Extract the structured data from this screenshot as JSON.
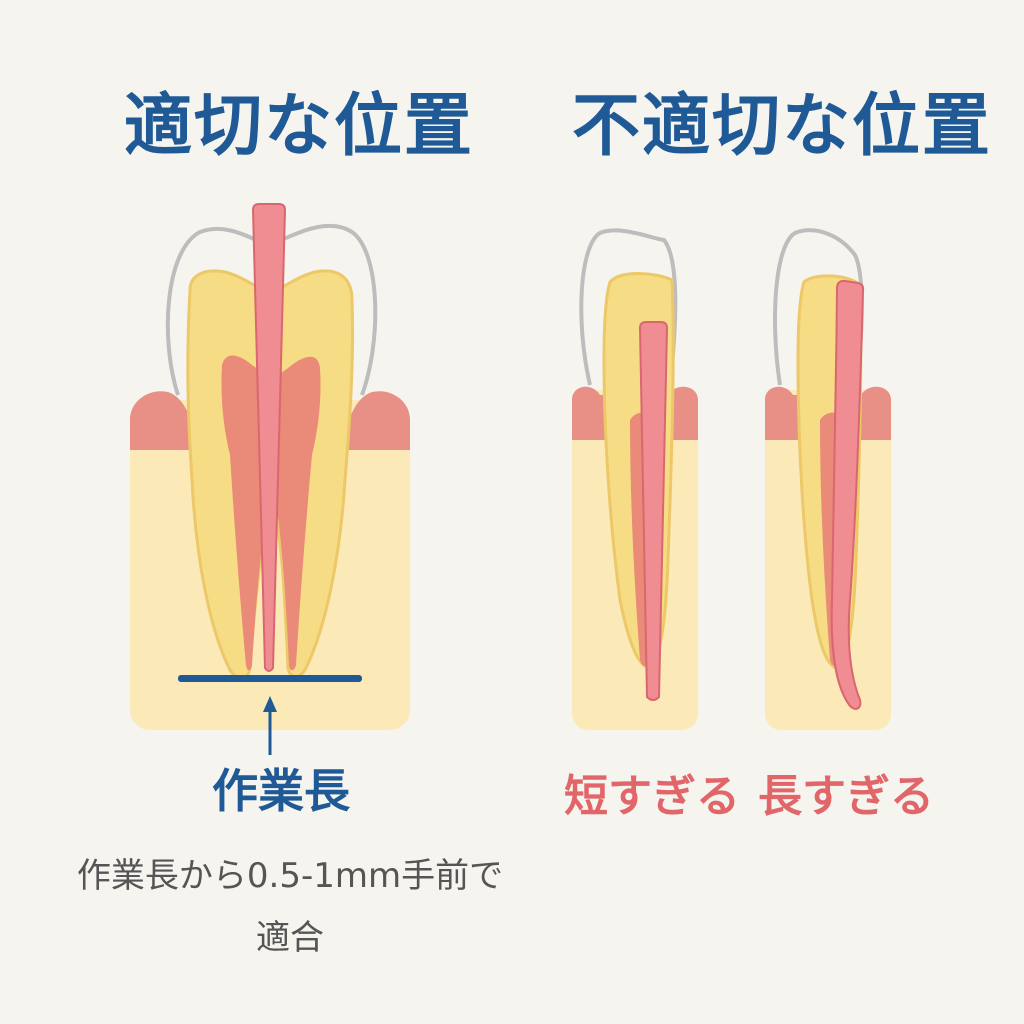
{
  "titles": {
    "proper": "適切な位置",
    "improper": "不適切な位置"
  },
  "labels": {
    "working_length": "作業長",
    "too_short": "短すぎる",
    "too_long": "長すぎる"
  },
  "note": {
    "line1": "作業長から0.5-1mm手前で",
    "line2": "適合"
  },
  "colors": {
    "title_blue": "#1f5a97",
    "warning_red": "#e0666a",
    "dentin_yellow": "#f6dc84",
    "pulp_red": "#ea8a78",
    "gum_pink": "#e88f86",
    "bone_cream": "#fbeab8",
    "file_pink": "#ef8d92",
    "enamel_outline": "#bdbdbd"
  }
}
